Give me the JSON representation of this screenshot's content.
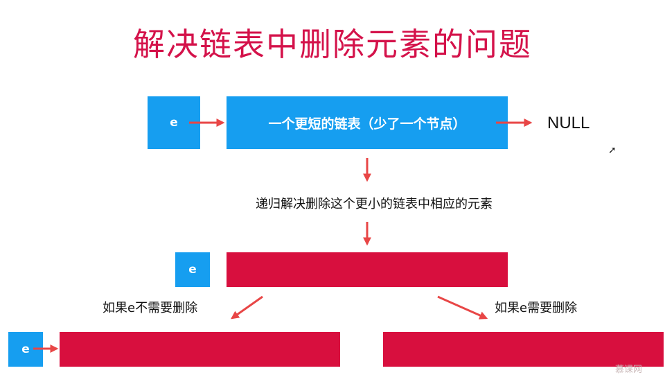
{
  "title": "解决链表中删除元素的问题",
  "top_row": {
    "node_label": "e",
    "list_label": "一个更短的链表（少了一个节点）",
    "null_label": "NULL"
  },
  "middle_caption": "递归解决删除这个更小的链表中相应的元素",
  "middle_row": {
    "node_label": "e"
  },
  "branch_left": {
    "caption": "如果e不需要删除",
    "node_label": "e"
  },
  "branch_right": {
    "caption": "如果e需要删除"
  },
  "watermark": "慕课网",
  "colors": {
    "title": "#d4124a",
    "blue": "#169ef0",
    "red": "#d80f3e",
    "arrow": "#e84646"
  }
}
